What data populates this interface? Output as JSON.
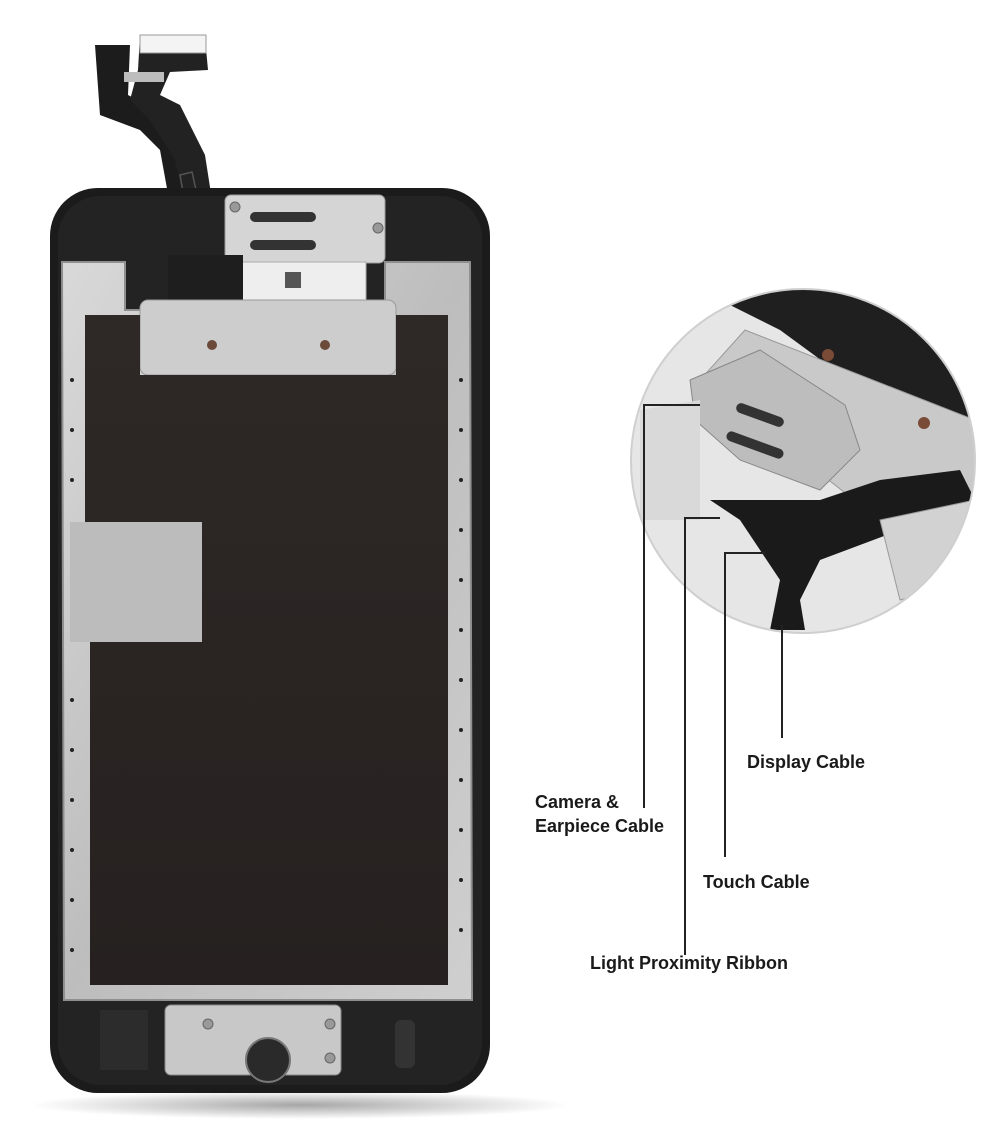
{
  "labels": {
    "display_cable": "Display Cable",
    "camera_line1": "Camera &",
    "camera_line2": "Earpiece Cable",
    "touch_cable": "Touch Cable",
    "light_proximity": "Light Proximity Ribbon"
  },
  "colors": {
    "frame_black": "#1b1b1b",
    "shield_silver": "#c9c9c9",
    "panel_dark": "#2b2523",
    "callout_line": "#222222"
  },
  "icons": [
    "screw-icon",
    "speaker-grille-icon",
    "home-button-icon"
  ]
}
